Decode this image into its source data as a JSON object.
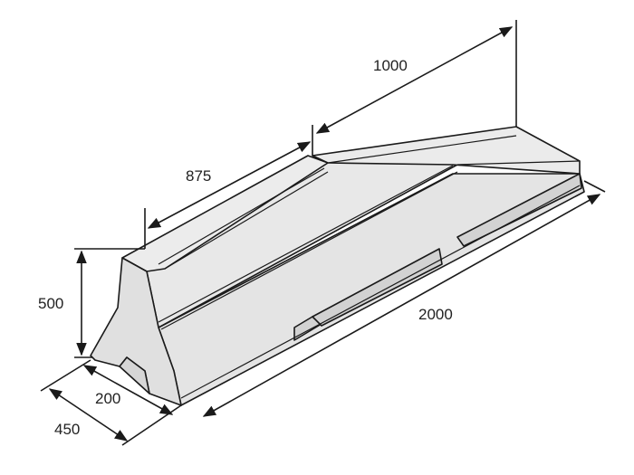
{
  "diagram": {
    "colors": {
      "body_fill": "#e4e4e4",
      "top_fill": "#ececec",
      "shadow_fill": "#d2d2d2",
      "line": "#1a1a1a",
      "background": "#ffffff"
    },
    "dimensions": {
      "length_label": "2000",
      "ramp_length_label": "1000",
      "top_width_label": "875",
      "height_label": "500",
      "base_width_label": "450",
      "slot_width_label": "200"
    }
  }
}
